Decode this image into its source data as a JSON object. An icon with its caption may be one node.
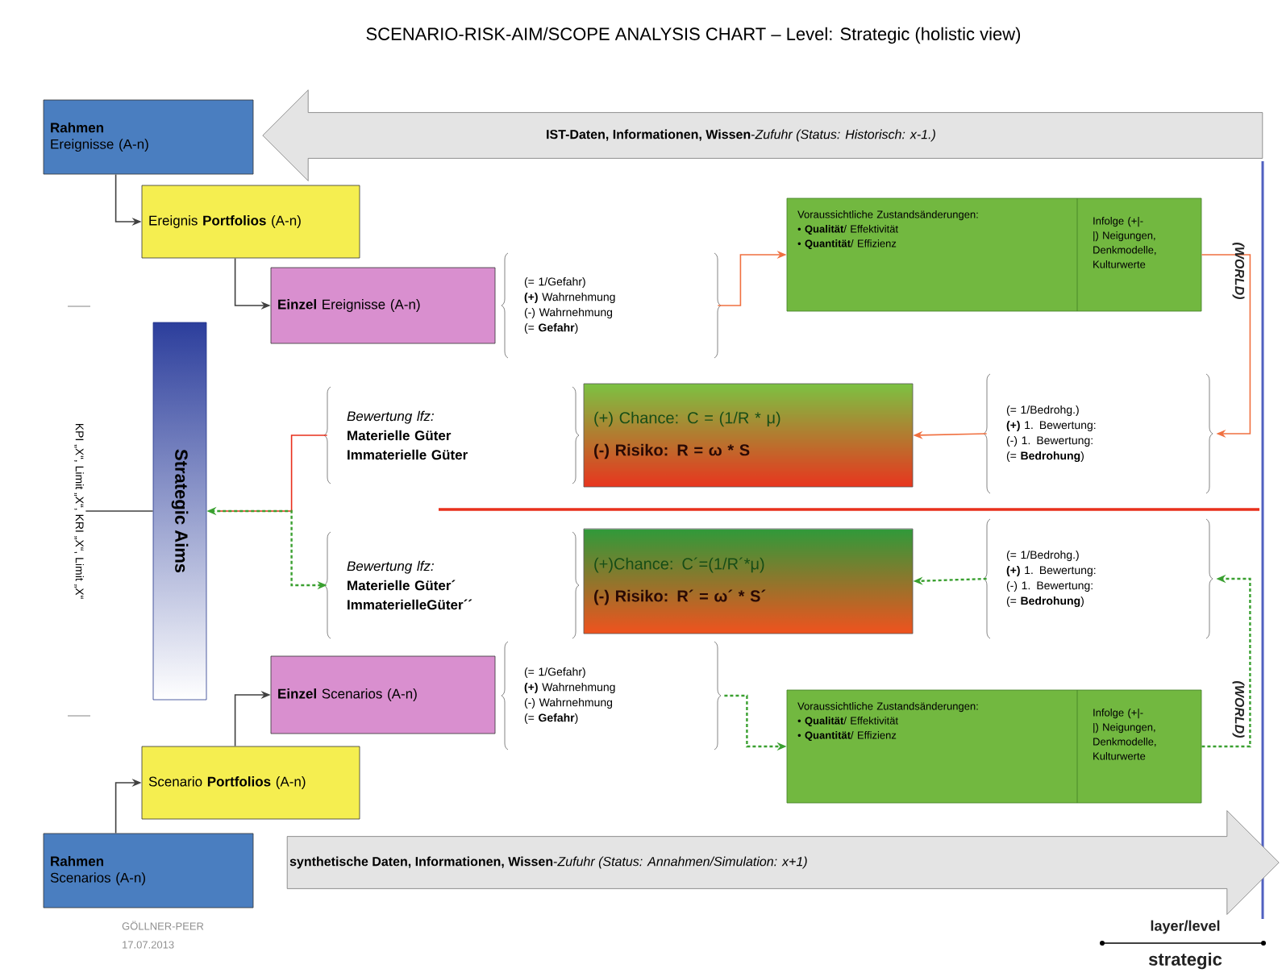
{
  "diagram": {
    "title": "SCENARIO-RISK-AIM/SCOPE ANALYSIS CHART – Level: Strategic (holistic view)",
    "nodes": [
      {
        "text": [
          "Rahmen",
          "Ereignisse (A-n)"
        ]
      },
      {
        "text": [
          "**IST-Daten, Informationen, Wissen**-*Zufuhr (Status: Historisch: x-1.)*"
        ]
      },
      {
        "text": [
          "Ereignis **Portfolios** (A-n)"
        ]
      },
      {
        "text": [
          "Voraussichtliche Zustandsänderungen:",
          "• **Qualität**/ Effektivität",
          "• **Quantität**/ Effizienz",
          "Infolge (+|-|) Neigungen, Denkmodelle, Kulturwerte"
        ]
      },
      {
        "text": [
          "**Einzel** Ereignisse (A-n)"
        ]
      },
      {
        "text": [
          "(= 1/Gefahr)",
          "**(+)** Wahrnehmung",
          "(-) Wahrnehmung",
          "(= **Gefahr**)"
        ]
      },
      {
        "text": [
          "KPI „X“, Limit „X“, KRI „X“, Limit „X“"
        ]
      },
      {
        "text": [
          "Strategic Aims"
        ]
      },
      {
        "text": [
          "Bewertung lfz:",
          "Materielle Güter",
          "Immaterielle Güter"
        ]
      },
      {
        "text": [
          "(+) Chance: C = (1/R * μ)",
          "(-) Risiko:  R = ω * S"
        ]
      },
      {
        "text": [
          "(= 1/Bedrohg.)",
          "**(+)** 1. Bewertung:",
          "(-) 1. Bewertung:",
          "(= **Bedrohung**)"
        ]
      },
      {
        "text": [
          "Bewertung lfz:",
          "Materielle Güter´",
          "ImmaterielleGüter´´"
        ]
      },
      {
        "text": [
          "(+)Chance: C´=(1/R´*μ)",
          "(-) Risiko: R´ = ω´ * S´"
        ]
      },
      {
        "text": [
          "(= 1/Bedrohg.)",
          "**(+)** 1. Bewertung:",
          "(-) 1. Bewertung:",
          "(= **Bedrohung**)"
        ]
      },
      {
        "text": [
          "**Einzel** Scenarios (A-n)"
        ]
      },
      {
        "text": [
          "(= 1/Gefahr)",
          "**(+)** Wahrnehmung",
          "(-) Wahrnehmung",
          "(= **Gefahr**)"
        ]
      },
      {
        "text": [
          "Voraussichtliche Zustandsänderungen:",
          "• **Qualität**/ Effektivität",
          "• **Quantität**/ Effizienz",
          "Infolge (+|-|) Neigungen, Denkmodelle, Kulturwerte"
        ]
      },
      {
        "text": [
          "Scenario **Portfolios** (A-n)"
        ]
      },
      {
        "text": [
          "Rahmen",
          "Scenarios (A-n)"
        ]
      },
      {
        "text": [
          "**synthetische Daten, Informationen, Wissen**-*Zufuhr (Status: Annahmen/Simulation: x+1)*"
        ]
      }
    ],
    "edges": [
      {
        "from": 0,
        "to": 2,
        "arrow": "to"
      },
      {
        "from": 2,
        "to": 4,
        "arrow": "to"
      },
      {
        "from": 5,
        "to": 3,
        "arrow": "to",
        "color": "#f07040"
      },
      {
        "from": 3,
        "to": 10,
        "arrow": "to",
        "color": "#f07040"
      },
      {
        "from": 10,
        "to": 9,
        "arrow": "to",
        "color": "#f07040"
      },
      {
        "from": 8,
        "to": 7,
        "arrow": "none",
        "color": "#e8301c"
      },
      {
        "from": 11,
        "to": 7,
        "arrow": "both",
        "color": "#3aa030",
        "style": "dashed"
      },
      {
        "from": 13,
        "to": 12,
        "arrow": "to",
        "color": "#3aa030",
        "style": "dashed"
      },
      {
        "from": 16,
        "to": 13,
        "arrow": "to",
        "color": "#3aa030",
        "style": "dashed"
      },
      {
        "from": 15,
        "to": 16,
        "arrow": "to",
        "color": "#3aa030",
        "style": "dashed"
      },
      {
        "from": 18,
        "to": 17,
        "arrow": "to"
      },
      {
        "from": 17,
        "to": 14,
        "arrow": "to"
      },
      {
        "from": 6,
        "to": 7,
        "arrow": "none"
      }
    ],
    "labels": [
      "(WORLD)",
      "(WORLD)",
      "layer/level",
      "strategic",
      "GÖLLNER-PEER",
      "17.07.2013"
    ]
  }
}
